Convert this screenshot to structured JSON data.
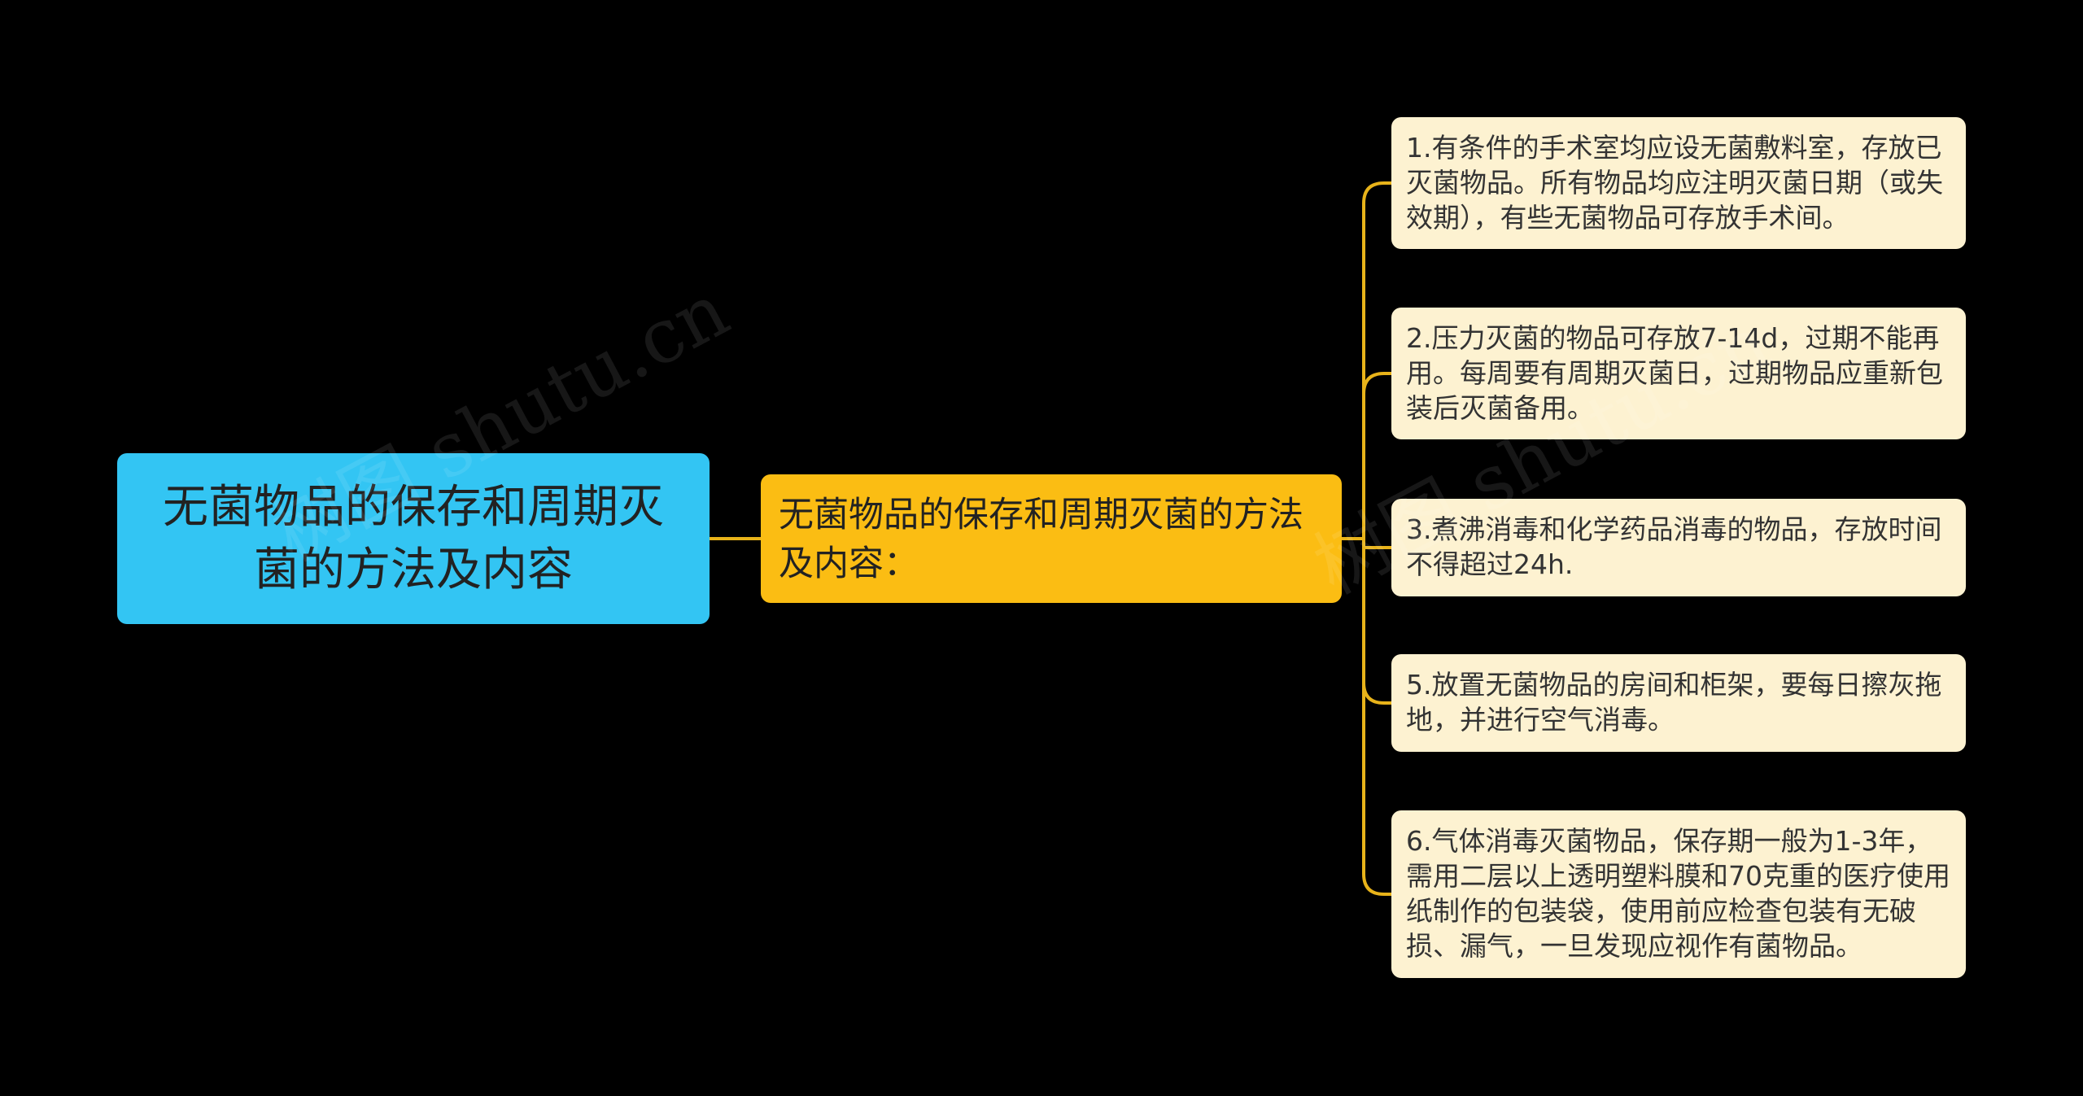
{
  "root": {
    "text": "无菌物品的保存和周期灭菌的方法及内容",
    "color": "#33c5f3"
  },
  "branch": {
    "text": "无菌物品的保存和周期灭菌的方法及内容：",
    "color": "#fbbd13"
  },
  "leaves": [
    {
      "text": "1.有条件的手术室均应设无菌敷料室，存放已灭菌物品。所有物品均应注明灭菌日期（或失效期），有些无菌物品可存放手术间。"
    },
    {
      "text": "2.压力灭菌的物品可存放7-14d，过期不能再用。每周要有周期灭菌日，过期物品应重新包装后灭菌备用。"
    },
    {
      "text": "3.煮沸消毒和化学药品消毒的物品，存放时间不得超过24h."
    },
    {
      "text": "5.放置无菌物品的房间和柜架，要每日擦灰拖地，并进行空气消毒。"
    },
    {
      "text": "6.气体消毒灭菌物品，保存期一般为1-3年，需用二层以上透明塑料膜和70克重的医疗使用纸制作的包装袋，使用前应检查包装有无破损、漏气，一旦发现应视作有菌物品。"
    }
  ],
  "leaf_color": "#fdf2d1",
  "connector_color": "#e8b31a",
  "watermark": "树图 shutu.cn"
}
